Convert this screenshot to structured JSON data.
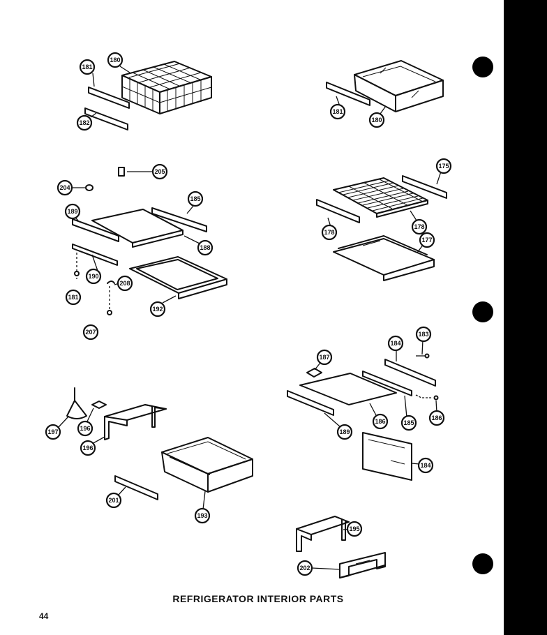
{
  "title": "REFRIGERATOR INTERIOR PARTS",
  "page_number": "44",
  "callouts": {
    "c180a": "180",
    "c181a": "181",
    "c182a": "182",
    "c181b": "181",
    "c180b": "180",
    "c205": "205",
    "c204": "204",
    "c185a": "185",
    "c189a": "189",
    "c188": "188",
    "c190": "190",
    "c181c": "181",
    "c208": "208",
    "c192": "192",
    "c207": "207",
    "c175": "175",
    "c178a": "178",
    "c178b": "178",
    "c177": "177",
    "c187": "187",
    "c184a": "184",
    "c183a": "183",
    "c189b": "189",
    "c186a": "186",
    "c185b": "185",
    "c186b": "186",
    "c184b": "184",
    "c197": "197",
    "c196a": "196",
    "c196b": "196",
    "c201": "201",
    "c193": "193",
    "c195": "195",
    "c202": "202"
  }
}
